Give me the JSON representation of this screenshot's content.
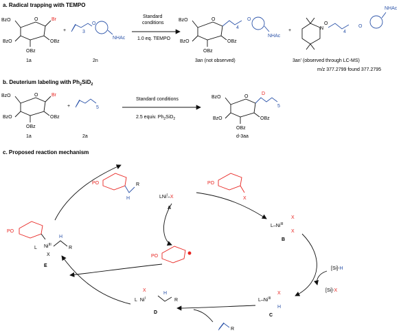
{
  "sections": {
    "a": "a. Radical trapping with TEMPO",
    "b": "b. Deuterium labeling with Ph",
    "b_sub": "2",
    "b_tail": "SiD",
    "b_sub2": "2",
    "c": "c. Proposed reaction mechanism"
  },
  "panel_a": {
    "sugar_groups": [
      "BzO",
      "BzO",
      "OBz",
      "OBz"
    ],
    "anomeric": "Br",
    "plus": "+",
    "chain_n": "3",
    "amide": "NHAc",
    "cond_line1": "Standard",
    "cond_line2": "conditions",
    "cond_line3": "1.0 eq. TEMPO",
    "prod_chain": "4",
    "label_1a": "1a",
    "label_2n": "2n",
    "label_3an": "3an (not observed)",
    "label_3an2": "3an' (observed through LC-MS)",
    "mz": "m/z 377.2799  found  377.2795",
    "oxygen": "O",
    "nitrogen": "N"
  },
  "panel_b": {
    "chain_n": "5",
    "cond_line1": "Standard conditions",
    "cond_line2": "2.5 equiv. Ph",
    "cond_sub": "2",
    "cond_tail": "SiD",
    "cond_sub2": "2",
    "deut": "D",
    "label_1a": "1a",
    "label_2a": "2a",
    "label_d3aa": "d-3aa"
  },
  "panel_c": {
    "po": "PO",
    "x": "X",
    "h": "H",
    "r": "R",
    "L": "L",
    "A_text": "LNi",
    "A_ox": "I",
    "A_label": "A",
    "B_text": "L–Ni",
    "B_ox": "III",
    "B_label": "B",
    "C_text": "L–Ni",
    "C_ox": "III",
    "C_label": "C",
    "D_text": "Ni",
    "D_ox": "I",
    "D_label": "D",
    "E_text": "Ni",
    "E_ox": "III",
    "E_label": "E",
    "si_h": "[Si]-H",
    "si_x": "[Si]-X",
    "si_part": "[Si]-",
    "radical": "̇"
  },
  "colors": {
    "blue": "#2a52a8",
    "red": "#e8231f",
    "black": "#111111"
  }
}
